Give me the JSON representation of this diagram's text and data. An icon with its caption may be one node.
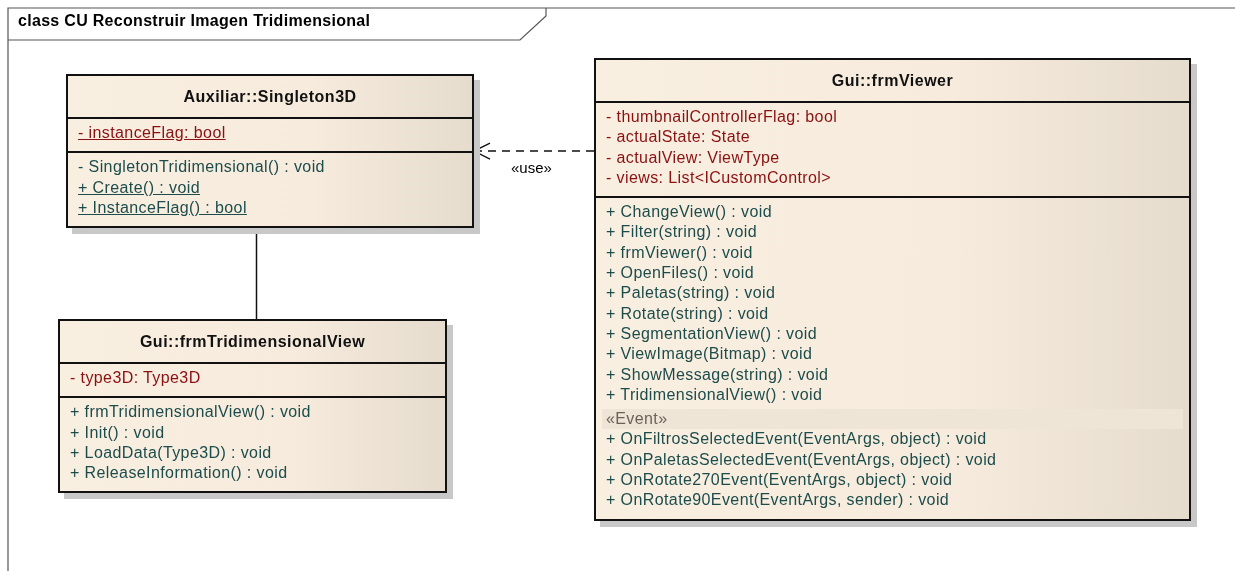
{
  "diagram": {
    "title": "class CU Reconstruir Imagen Tridimensional",
    "nodes": [
      {
        "text": [
          "Auxiliar::Singleton3D",
          "- instanceFlag: bool",
          "- SingletonTridimensional() : void",
          "+ Create() : void",
          "+ InstanceFlag() : bool"
        ]
      },
      {
        "text": [
          "Gui::frmViewer",
          "- thumbnailControllerFlag: bool",
          "- actualState: State",
          "- actualView: ViewType",
          "- views: List<ICustomControl>",
          "+ ChangeView() : void",
          "+ Filter(string) : void",
          "+ frmViewer() : void",
          "+ OpenFiles() : void",
          "+ Paletas(string) : void",
          "+ Rotate(string) : void",
          "+ SegmentationView() : void",
          "+ ViewImage(Bitmap) : void",
          "+ ShowMessage(string) : void",
          "+ TridimensionalView() : void",
          "«Event»",
          "+ OnFiltrosSelectedEvent(EventArgs, object) : void",
          "+ OnPaletasSelectedEvent(EventArgs, object) : void",
          "+ OnRotate270Event(EventArgs, object) : void",
          "+ OnRotate90Event(EventArgs, sender) : void"
        ]
      },
      {
        "text": [
          "Gui::frmTridimensionalView",
          "- type3D: Type3D",
          "+ frmTridimensionalView() : void",
          "+ Init() : void",
          "+ LoadData(Type3D) : void",
          "+ ReleaseInformation() : void"
        ]
      }
    ],
    "edges": [
      {
        "from": 0,
        "to": 2,
        "arrow": "none"
      },
      {
        "from": 1,
        "to": 0,
        "arrow": "to",
        "label": "«use»",
        "style": "dashed"
      }
    ]
  }
}
